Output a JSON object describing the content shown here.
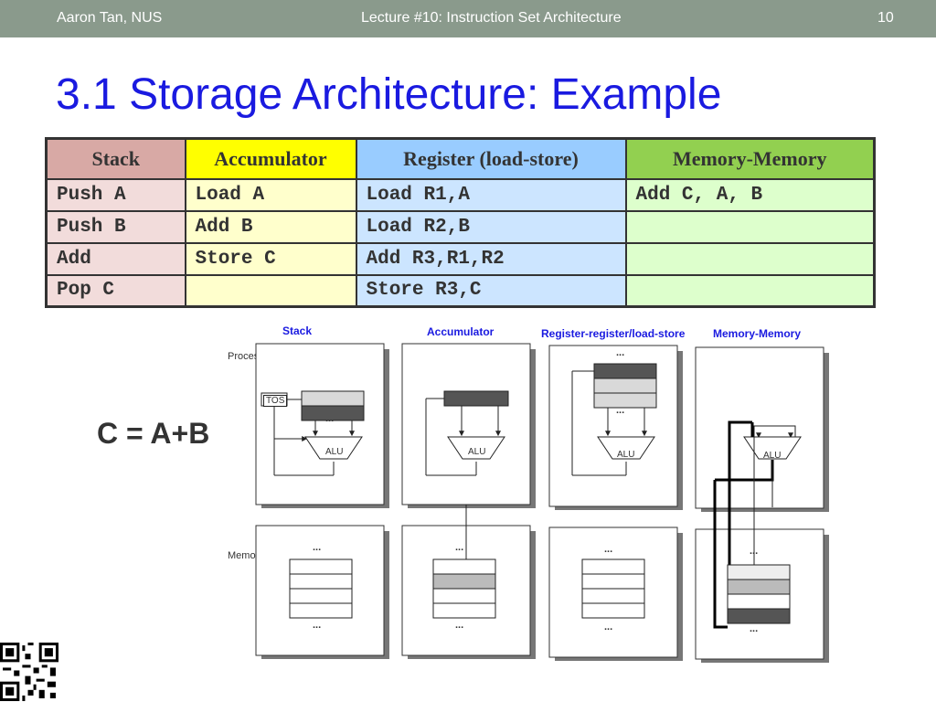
{
  "header": {
    "author": "Aaron Tan, NUS",
    "lecture": "Lecture #10: Instruction Set Architecture",
    "page": "10"
  },
  "title": "3.1 Storage Architecture: Example",
  "table": {
    "headers": [
      "Stack",
      "Accumulator",
      "Register (load-store)",
      "Memory-Memory"
    ],
    "rows": [
      [
        "Push A",
        "Load A",
        "Load R1,A",
        "Add C, A, B"
      ],
      [
        "Push B",
        "Add B",
        "Load R2,B",
        ""
      ],
      [
        "Add",
        "Store C",
        "Add R3,R1,R2",
        ""
      ],
      [
        "Pop C",
        "",
        "Store R3,C",
        ""
      ]
    ]
  },
  "equation": "C = A+B",
  "diagram": {
    "columns": [
      "Stack",
      "Accumulator",
      "Register-register/load-store",
      "Memory-Memory"
    ],
    "processor_label": "Processor",
    "memory_label": "Memory",
    "tos_label": "TOS",
    "alu_label": "ALU",
    "ellipsis": "..."
  }
}
